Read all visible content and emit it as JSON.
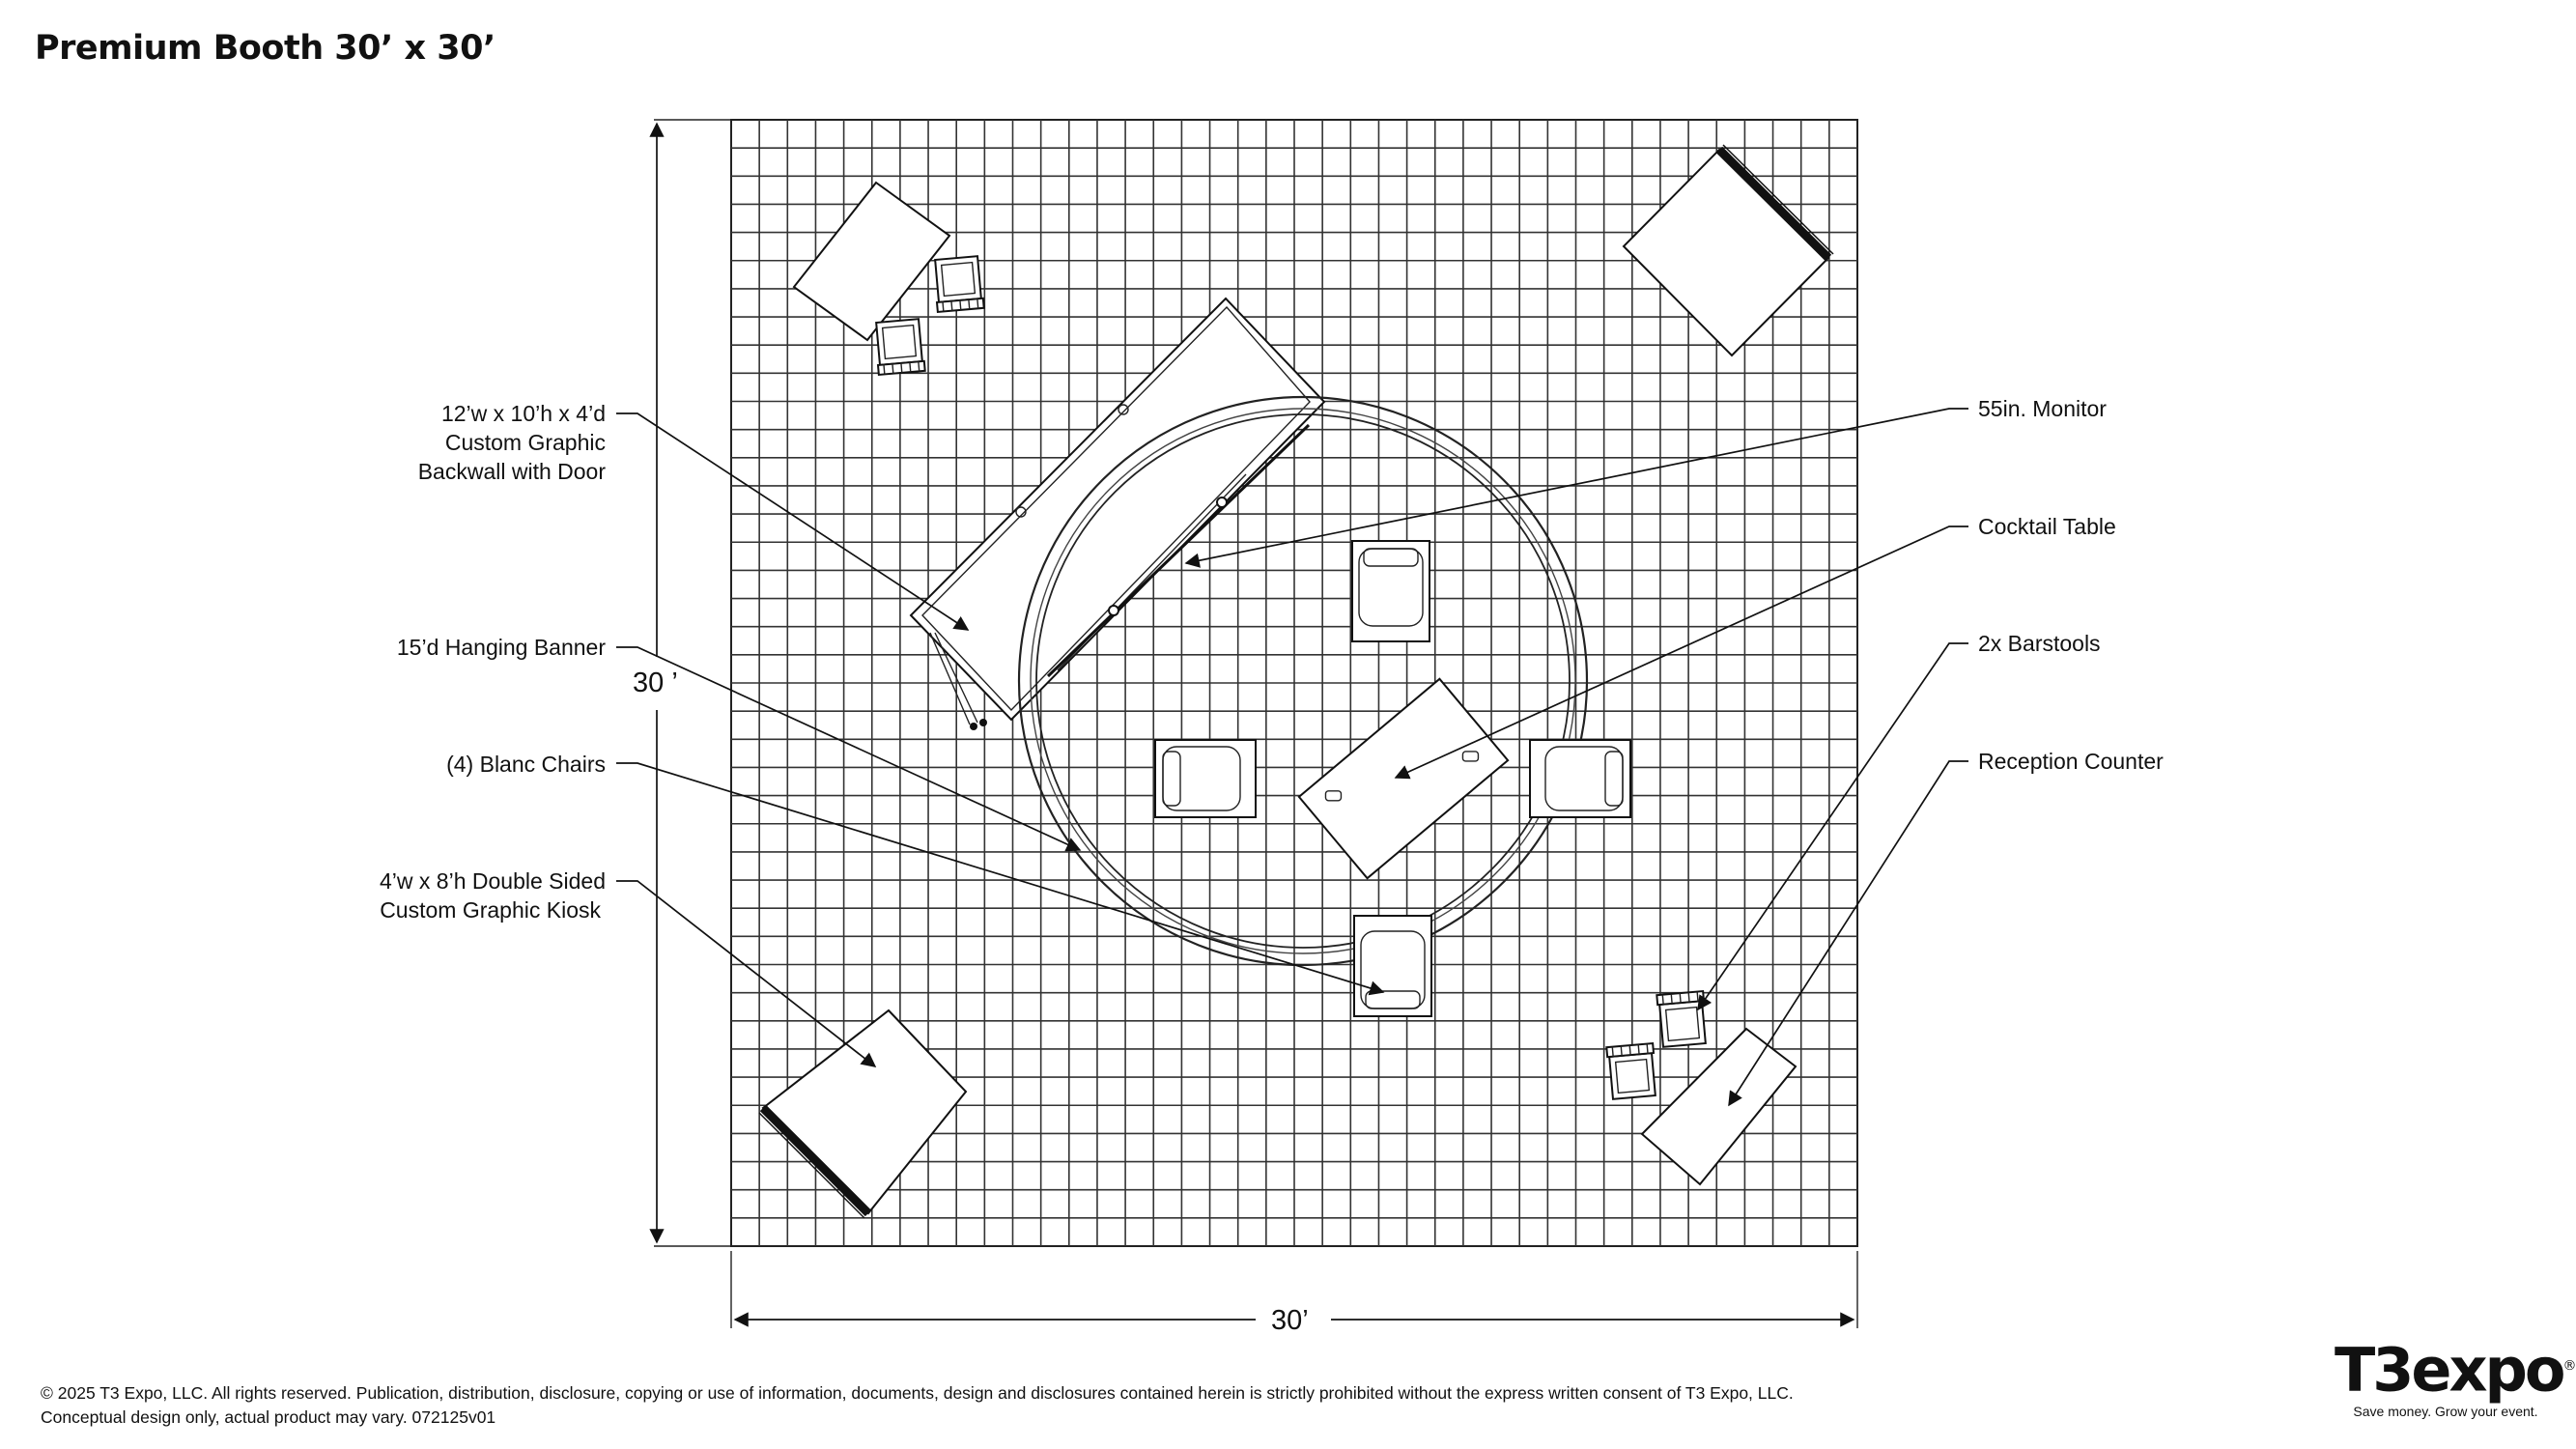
{
  "title": "Premium Booth 30’ x 30’",
  "dimensions": {
    "width": "30’",
    "depth": "30 ’"
  },
  "labels": {
    "backwall": [
      "12’w x 10’h x 4’d",
      "Custom Graphic",
      "Backwall with Door"
    ],
    "banner": "15’d Hanging Banner",
    "chairs": "(4) Blanc Chairs",
    "kiosk": [
      "4’w x 8’h Double Sided",
      "Custom Graphic Kiosk"
    ],
    "monitor": "55in. Monitor",
    "cocktail": "Cocktail Table",
    "barstools": "2x Barstools",
    "reception": "Reception Counter"
  },
  "footer": {
    "line1": "© 2025 T3 Expo, LLC. All rights reserved. Publication, distribution, disclosure, copying or use of information, documents, design and disclosures contained herein is strictly prohibited without the express written consent of T3 Expo, LLC.",
    "line2": "Conceptual design only, actual product may vary.  072125v01"
  },
  "logo": {
    "wordmark": "T3expo",
    "registered": "®",
    "tagline": "Save money. Grow your event."
  }
}
